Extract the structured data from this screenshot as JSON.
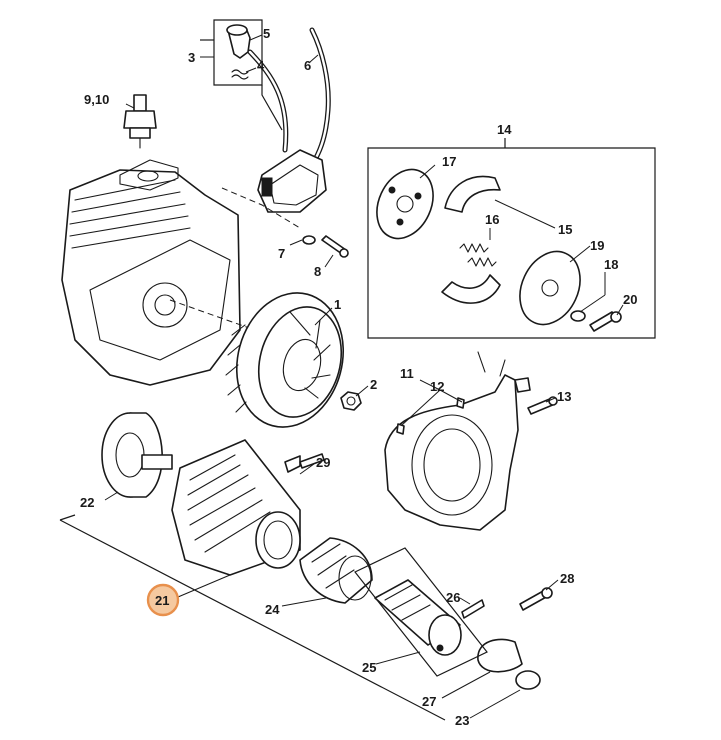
{
  "callouts": [
    {
      "id": "c1",
      "label": "1"
    },
    {
      "id": "c2",
      "label": "2"
    },
    {
      "id": "c3",
      "label": "3"
    },
    {
      "id": "c4",
      "label": "4"
    },
    {
      "id": "c5",
      "label": "5"
    },
    {
      "id": "c6",
      "label": "6"
    },
    {
      "id": "c7",
      "label": "7"
    },
    {
      "id": "c8",
      "label": "8"
    },
    {
      "id": "c910",
      "label": "9,10"
    },
    {
      "id": "c11",
      "label": "11"
    },
    {
      "id": "c12",
      "label": "12"
    },
    {
      "id": "c13",
      "label": "13"
    },
    {
      "id": "c14",
      "label": "14"
    },
    {
      "id": "c15",
      "label": "15"
    },
    {
      "id": "c16",
      "label": "16"
    },
    {
      "id": "c17",
      "label": "17"
    },
    {
      "id": "c18",
      "label": "18"
    },
    {
      "id": "c19",
      "label": "19"
    },
    {
      "id": "c20",
      "label": "20"
    },
    {
      "id": "c21",
      "label": "21",
      "highlighted": true
    },
    {
      "id": "c22",
      "label": "22"
    },
    {
      "id": "c23",
      "label": "23"
    },
    {
      "id": "c24",
      "label": "24"
    },
    {
      "id": "c25",
      "label": "25"
    },
    {
      "id": "c26",
      "label": "26"
    },
    {
      "id": "c27",
      "label": "27"
    },
    {
      "id": "c28",
      "label": "28"
    },
    {
      "id": "c29",
      "label": "29"
    }
  ],
  "colors": {
    "line": "#1a1a1a",
    "background": "#ffffff",
    "highlight_fill": "#f5c9a0",
    "highlight_stroke": "#e8904c"
  }
}
